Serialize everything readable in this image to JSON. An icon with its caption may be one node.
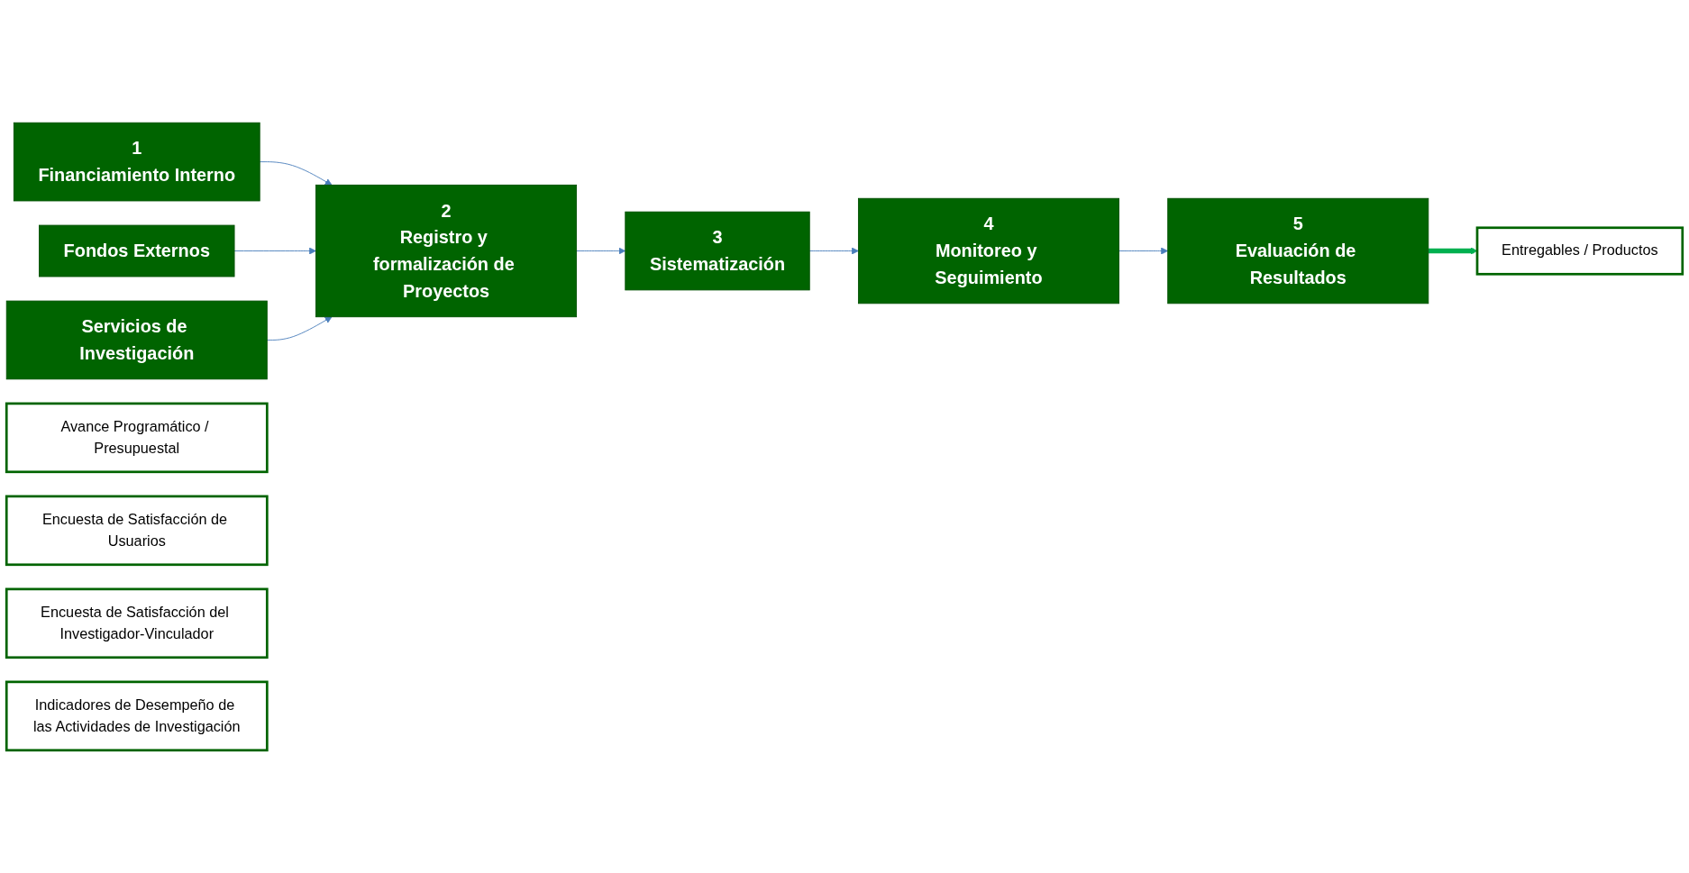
{
  "diagram": {
    "nodes": [
      {
        "text": [
          "1",
          "Financiamiento Interno"
        ]
      },
      {
        "text": [
          "Fondos Externos"
        ]
      },
      {
        "text": [
          "Servicios de Investigación"
        ]
      },
      {
        "text": [
          "2",
          "Registro y formalización de Proyectos"
        ]
      },
      {
        "text": [
          "3",
          "Sistematización"
        ]
      },
      {
        "text": [
          "4",
          "Monitoreo y Seguimiento"
        ]
      },
      {
        "text": [
          "5",
          "Evaluación de Resultados"
        ]
      },
      {
        "text": [
          "Avance Programático / Presupuestal"
        ]
      },
      {
        "text": [
          "Entregables / Productos"
        ]
      },
      {
        "text": [
          "Encuesta de Satisfacción de Usuarios"
        ]
      },
      {
        "text": [
          "Encuesta de Satisfacción del Investigador-Vinculador"
        ]
      },
      {
        "text": [
          "Indicadores de Desempeño de las Actividades de Investigación"
        ]
      }
    ],
    "edges": [
      {
        "from": 0,
        "to": 3,
        "arrow": "to"
      },
      {
        "from": 1,
        "to": 3,
        "arrow": "to"
      },
      {
        "from": 2,
        "to": 3,
        "arrow": "to"
      },
      {
        "from": 3,
        "to": 4,
        "arrow": "to"
      },
      {
        "from": 4,
        "to": 5,
        "arrow": "to"
      },
      {
        "from": 5,
        "to": 6,
        "arrow": "to"
      },
      {
        "from": 6,
        "to": 8,
        "arrow": "to",
        "style": "thick",
        "color": "#00b050"
      }
    ]
  }
}
